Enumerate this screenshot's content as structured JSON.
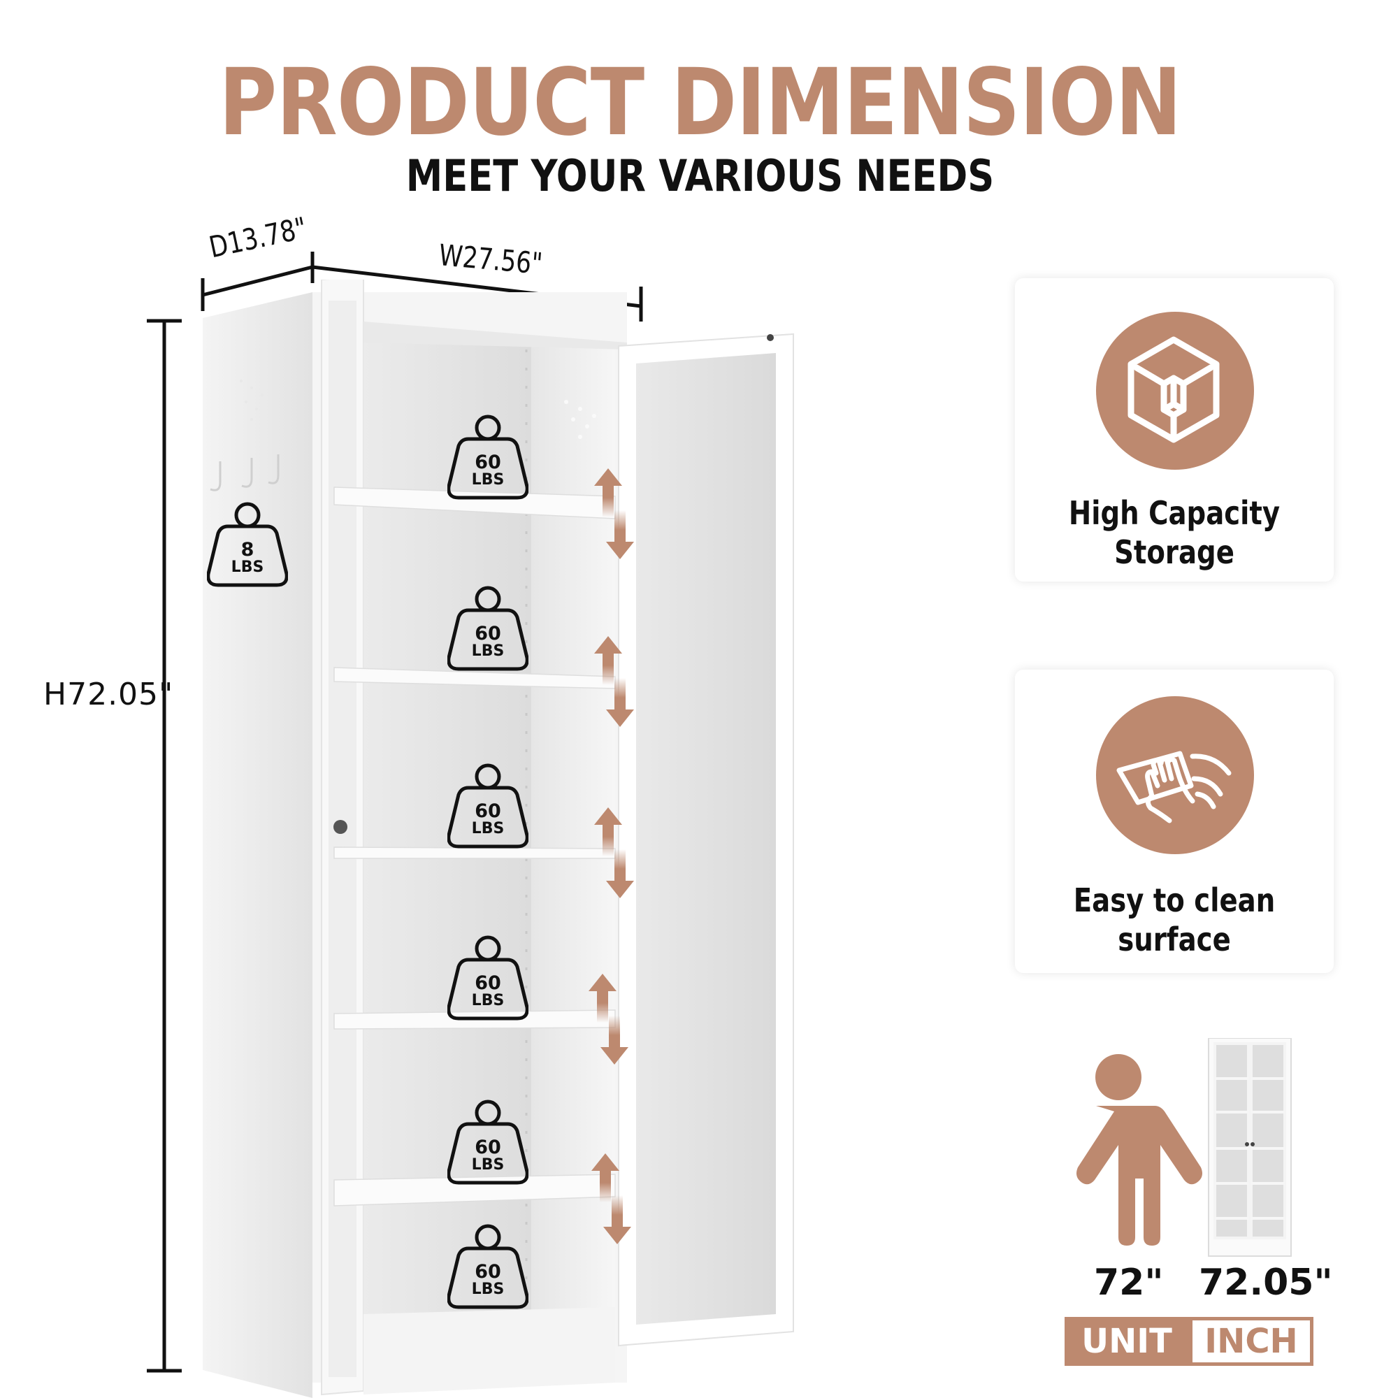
{
  "header": {
    "title": "PRODUCT DIMENSION",
    "subtitle": "MEET YOUR VARIOUS NEEDS"
  },
  "dimensions": {
    "depth": "D13.78\"",
    "width": "W27.56\"",
    "height": "H72.05\""
  },
  "weights": {
    "side_hook": {
      "value": "8",
      "unit": "LBS"
    },
    "shelves": [
      {
        "value": "60",
        "unit": "LBS"
      },
      {
        "value": "60",
        "unit": "LBS"
      },
      {
        "value": "60",
        "unit": "LBS"
      },
      {
        "value": "60",
        "unit": "LBS"
      },
      {
        "value": "60",
        "unit": "LBS"
      },
      {
        "value": "60",
        "unit": "LBS"
      }
    ]
  },
  "features": [
    {
      "icon": "cube-box-icon",
      "label_line1": "High Capacity",
      "label_line2": "Storage"
    },
    {
      "icon": "wipe-cleaning-hand-icon",
      "label_line1": "Easy to clean",
      "label_line2": "surface"
    }
  ],
  "comparison": {
    "person_height": "72\"",
    "cabinet_height": "72.05\"",
    "unit_label": "UNIT",
    "unit_value": "INCH"
  },
  "colors": {
    "accent": "#bd896f",
    "text": "#111111",
    "background": "#ffffff",
    "cabinet_white": "#f2f2f2",
    "cabinet_shadow": "#dcdcdc"
  }
}
